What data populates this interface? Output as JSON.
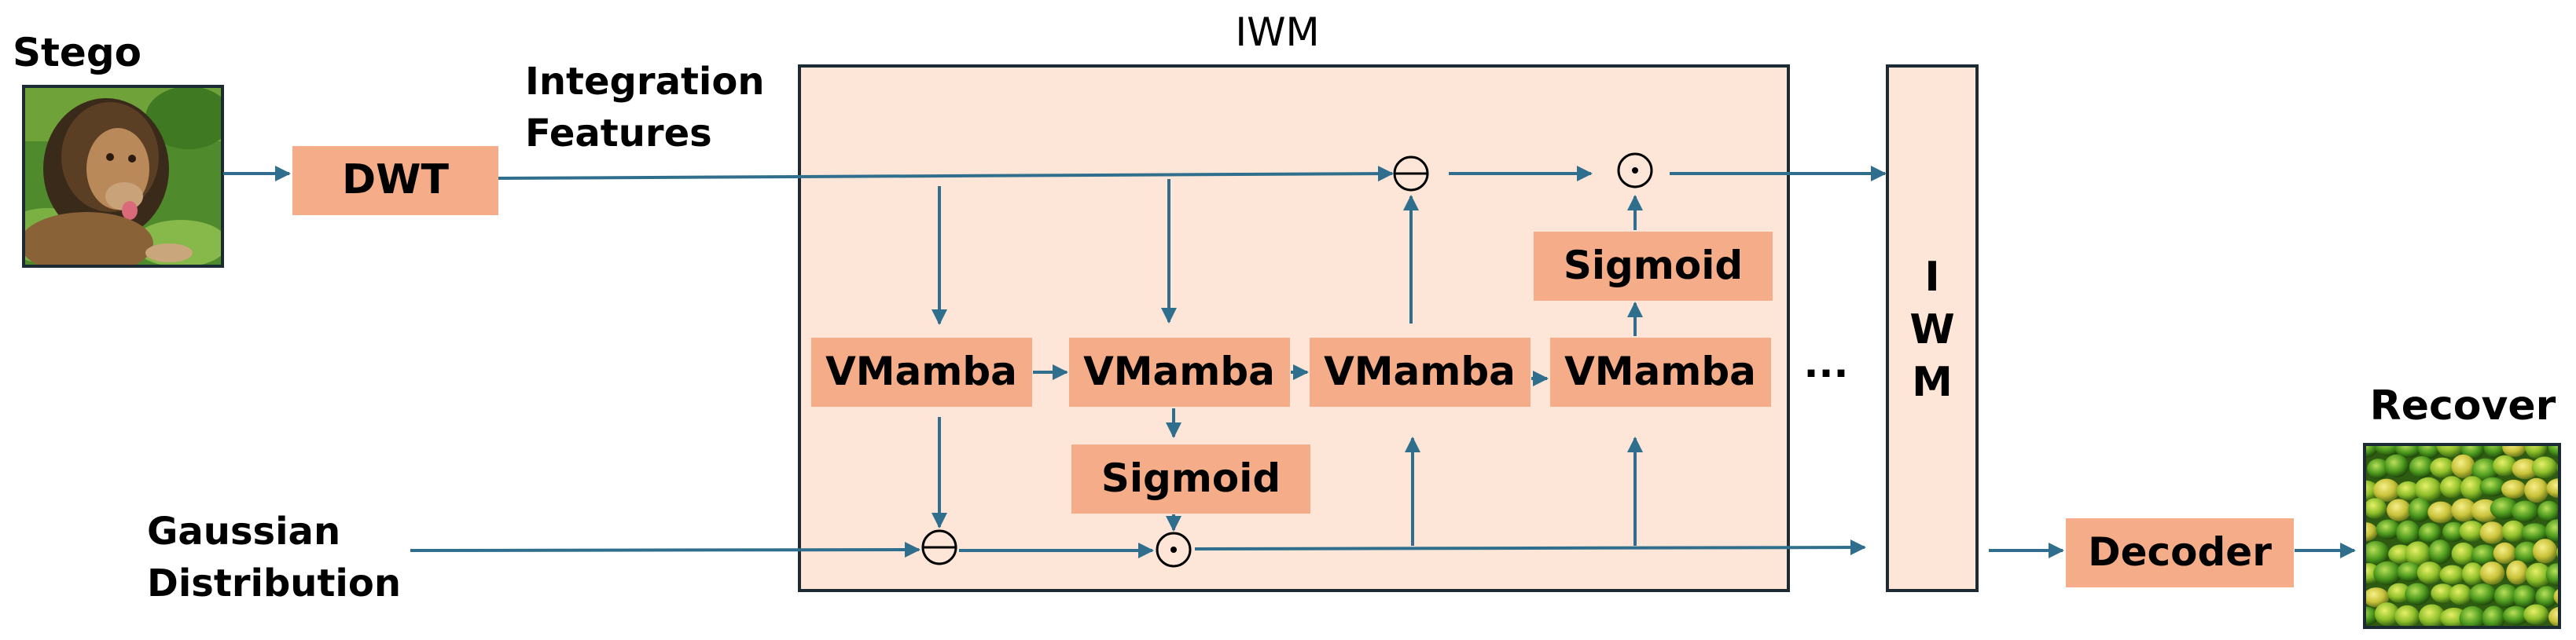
{
  "labels": {
    "stego": "Stego",
    "integration_line1": "Integration",
    "integration_line2": "Features",
    "gaussian_line1": "Gaussian",
    "gaussian_line2": "Distribution",
    "recover": "Recover",
    "iwm_title": "IWM",
    "ellipsis": "..."
  },
  "blocks": {
    "dwt": "DWT",
    "vmamba_1": "VMamba",
    "vmamba_2": "VMamba",
    "vmamba_3": "VMamba",
    "vmamba_4": "VMamba",
    "sigmoid_bottom": "Sigmoid",
    "sigmoid_top": "Sigmoid",
    "decoder": "Decoder",
    "iwm_vertical": [
      "I",
      "W",
      "M"
    ]
  },
  "operators": {
    "subtract_top": "⊖",
    "multiply_top": "⊙",
    "subtract_bottom": "⊖",
    "multiply_bottom": "⊙"
  },
  "images": {
    "stego": "lion-photo",
    "recover": "green-fruit-photo"
  },
  "colors": {
    "block_fill": "#f4ad88",
    "iwm_panel_fill": "#fde5d7",
    "border": "#1c2b33",
    "arrow": "#2f6f8d"
  }
}
